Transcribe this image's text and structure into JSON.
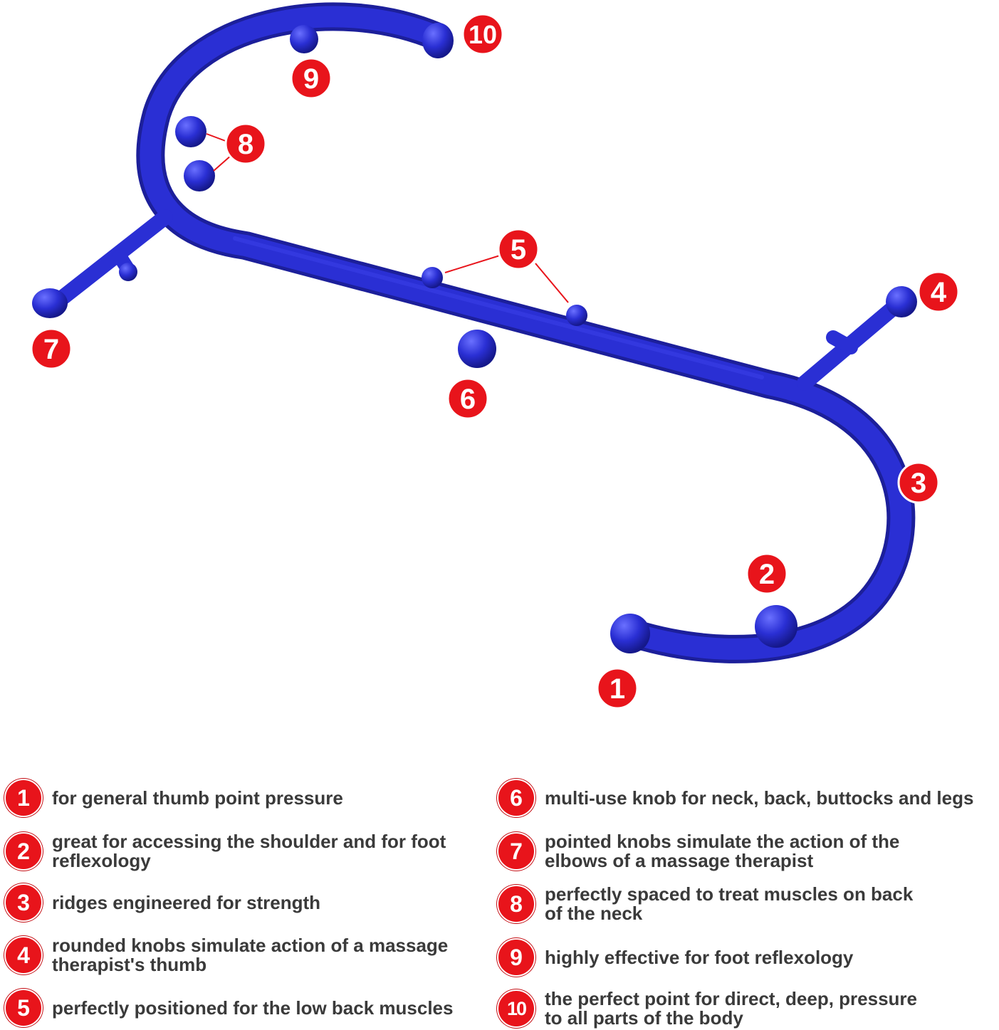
{
  "colors": {
    "tool": "#2a2fd4",
    "tool_dark": "#1c1f9a",
    "badge": "#e8141b",
    "text": "#3a3a3a"
  },
  "callouts": {
    "c1": "1",
    "c2": "2",
    "c3": "3",
    "c4": "4",
    "c5": "5",
    "c6": "6",
    "c7": "7",
    "c8": "8",
    "c9": "9",
    "c10": "10"
  },
  "legend": {
    "l1": {
      "num": "1",
      "text": "for general thumb point pressure"
    },
    "l2": {
      "num": "2",
      "text": "great for accessing the shoulder and for foot\nreflexology"
    },
    "l3": {
      "num": "3",
      "text": "ridges engineered for strength"
    },
    "l4": {
      "num": "4",
      "text": "rounded knobs simulate action of a massage\ntherapist's thumb"
    },
    "l5": {
      "num": "5",
      "text": "perfectly positioned for the low back muscles"
    },
    "l6": {
      "num": "6",
      "text": "multi-use knob for neck, back, buttocks and legs"
    },
    "l7": {
      "num": "7",
      "text": "pointed knobs simulate the action of the\nelbows of a massage therapist"
    },
    "l8": {
      "num": "8",
      "text": "perfectly spaced to treat muscles on back\nof the neck"
    },
    "l9": {
      "num": "9",
      "text": "highly effective for foot reflexology"
    },
    "l10": {
      "num": "10",
      "text": "the perfect point for direct, deep, pressure\nto all parts of the body"
    }
  }
}
